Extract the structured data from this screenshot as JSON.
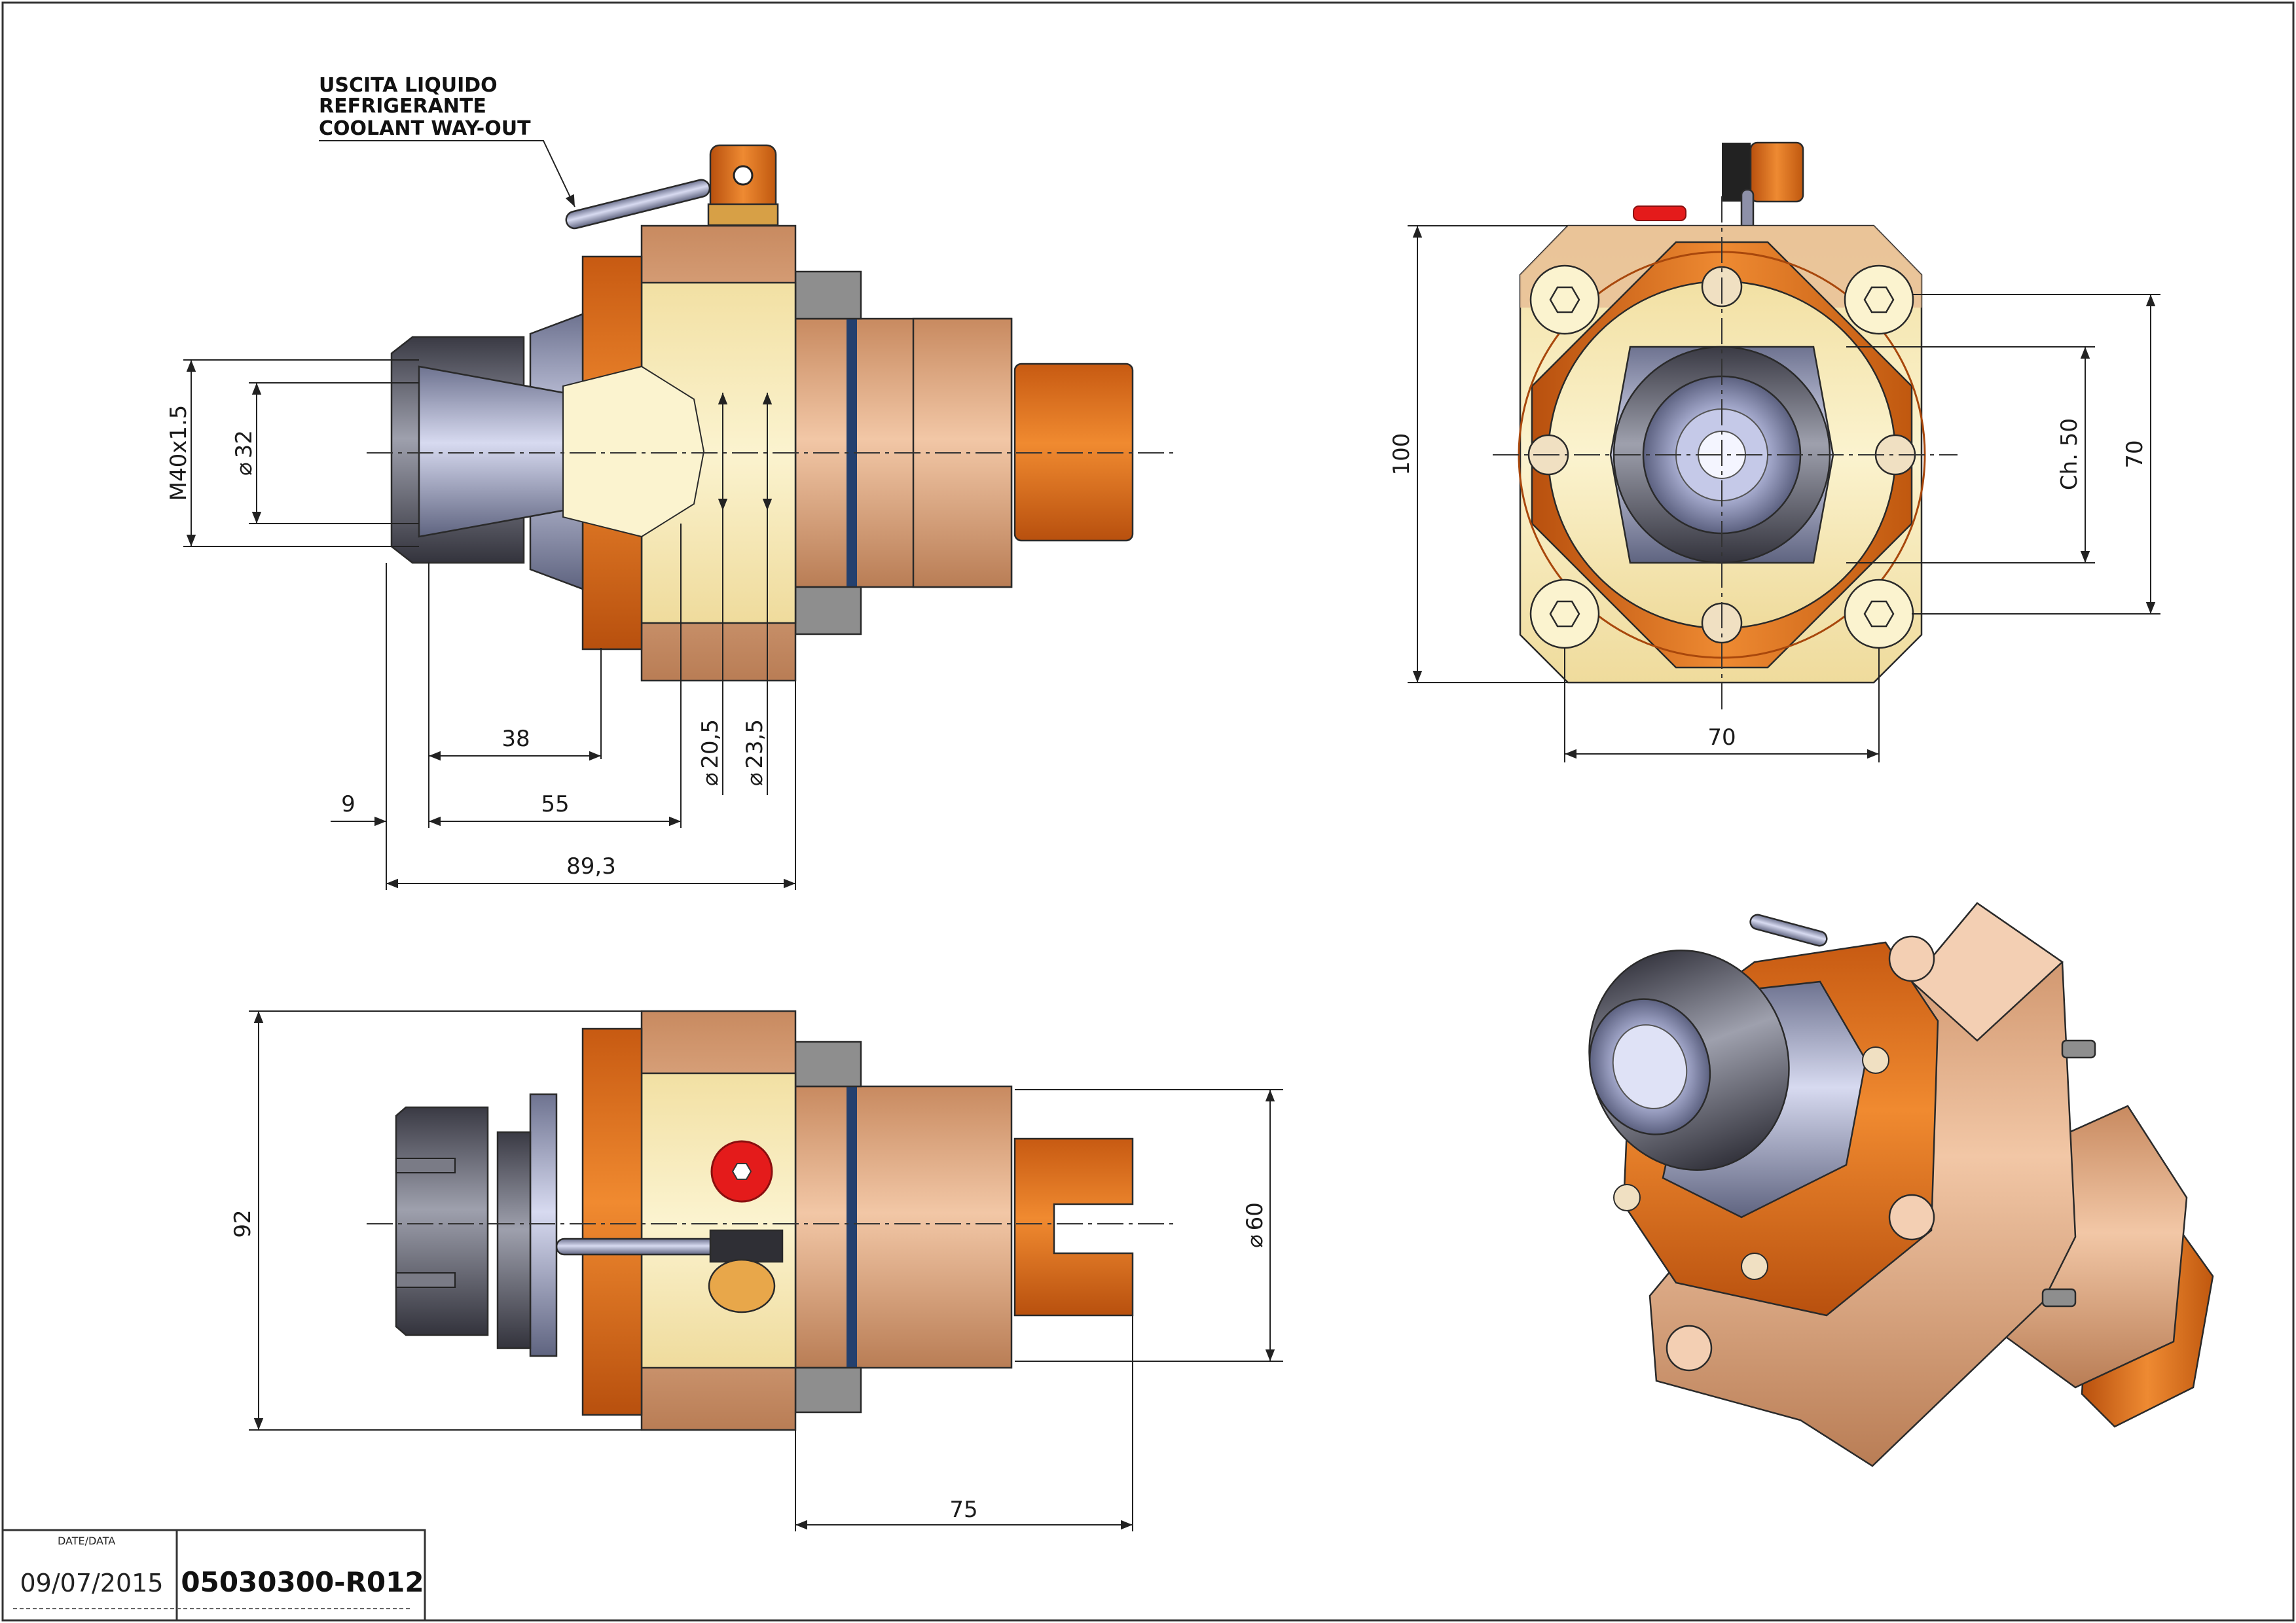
{
  "note": {
    "lines": [
      "USCITA LIQUIDO",
      "REFRIGERANTE",
      "COOLANT WAY-OUT"
    ]
  },
  "dimensions": {
    "thread": "M40x1.5",
    "d32": "32",
    "d20_5": "20,5",
    "d23_5": "23,5",
    "l38": "38",
    "l9": "9",
    "l55": "55",
    "l89_3": "89,3",
    "front_100": "100",
    "front_ch50": "Ch. 50",
    "front_70_v": "70",
    "front_70_h": "70",
    "side_92": "92",
    "side_d60": "60",
    "side_75": "75",
    "diameter_symbol": "⌀"
  },
  "title_block": {
    "date_label": "DATE/DATA",
    "date": "09/07/2015",
    "code": "05030300-R012"
  },
  "colors": {
    "orange": "#e0701a",
    "copper": "#d9a27a",
    "cream": "#f5e9b8",
    "steel": "#9ea3c2",
    "dark_steel": "#4a4a55",
    "red": "#e41b1b",
    "blue_ring": "#24406e"
  }
}
